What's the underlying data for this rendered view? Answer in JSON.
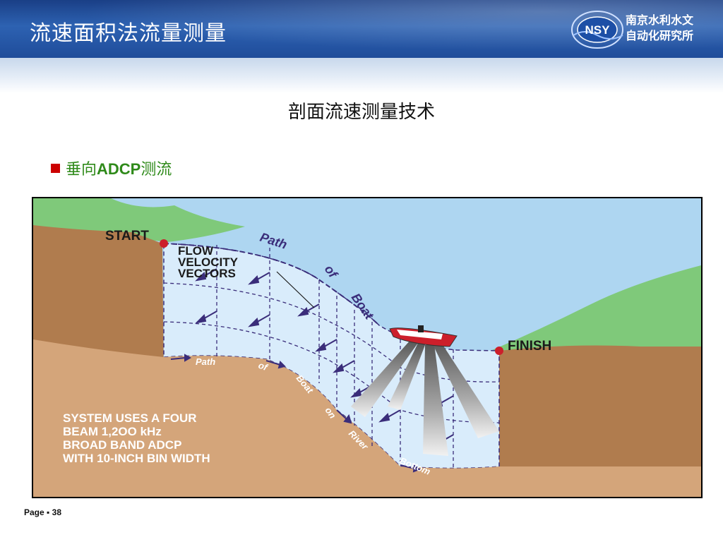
{
  "header": {
    "title": "流速面积法流量测量",
    "logo_text": "NSY",
    "org_line1": "南京水利水文",
    "org_line2": "自动化研究所"
  },
  "subtitle": "剖面流速测量技术",
  "bullet": {
    "prefix": "垂向",
    "bold": "ADCP",
    "suffix": "测流"
  },
  "diagram": {
    "start": "START",
    "finish": "FINISH",
    "flow_line1": "FLOW",
    "flow_line2": "VELOCITY",
    "flow_line3": "VECTORS",
    "path_of_boat": [
      "Path",
      "of",
      "Boat"
    ],
    "river_bottom_path": [
      "Path",
      "of",
      "Boat",
      "on",
      "River",
      "Bottom"
    ],
    "system_text": [
      "SYSTEM USES A FOUR",
      "BEAM 1,2OO kHz",
      "BROAD BAND ADCP",
      "WITH 10-INCH BIN WIDTH"
    ],
    "colors": {
      "water": "#aed6f1",
      "grass": "#7fc97a",
      "soil": "#d4a57a",
      "bank": "#b07c4e",
      "accent": "#3a2d7a"
    }
  },
  "footer": {
    "page_label": "Page",
    "page_number": "38"
  }
}
